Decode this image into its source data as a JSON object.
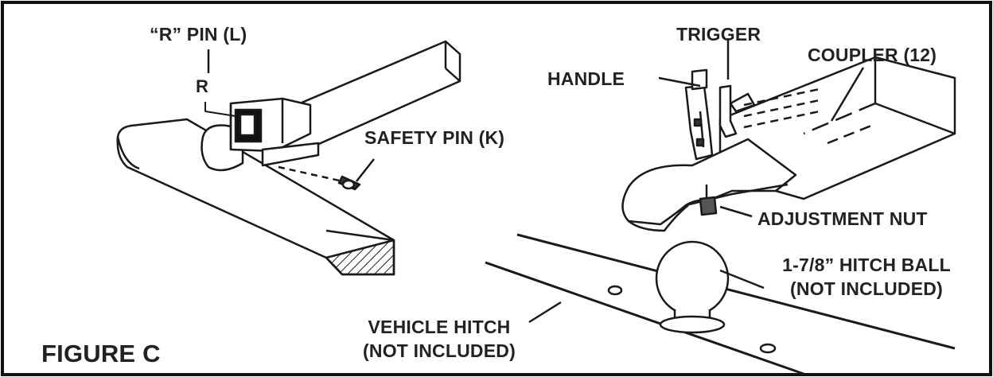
{
  "figure": {
    "title": "FIGURE C",
    "labels": {
      "r_pin": "“R” PIN (L)",
      "r_letter": "R",
      "safety_pin": "SAFETY PIN (K)",
      "trigger": "TRIGGER",
      "handle": "HANDLE",
      "coupler": "COUPLER (12)",
      "adjustment_nut": "ADJUSTMENT NUT",
      "hitch_ball_line1": "1-7/8” HITCH BALL",
      "hitch_ball_line2": "(NOT INCLUDED)",
      "vehicle_hitch_line1": "VEHICLE HITCH",
      "vehicle_hitch_line2": "(NOT INCLUDED)"
    }
  }
}
